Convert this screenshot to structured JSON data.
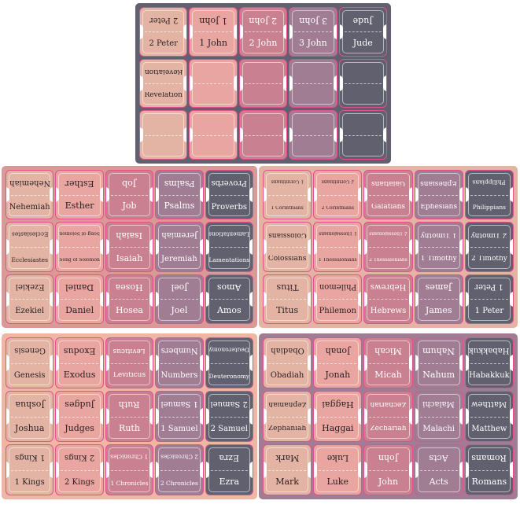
{
  "palette": [
    "#e3b4a4",
    "#e9a59f",
    "#c9808f",
    "#a07d93",
    "#60606f"
  ],
  "sheets": [
    {
      "id": "sheet-peter-jude",
      "frame": "#60606f",
      "rows": [
        [
          "2 Peter",
          "1 John",
          "2 John",
          "3 John",
          "Jude"
        ],
        [
          "Revelation",
          "",
          "",
          "",
          ""
        ],
        [
          "",
          "",
          "",
          "",
          ""
        ]
      ]
    },
    {
      "id": "sheet-nehemiah-amos",
      "frame": "#d99a95",
      "rows": [
        [
          "Nehemiah",
          "Esther",
          "Job",
          "Psalms",
          "Proverbs"
        ],
        [
          "Ecclesiastes",
          "Song of Solomon",
          "Isaiah",
          "Jeremiah",
          "Lamentations"
        ],
        [
          "Ezekiel",
          "Daniel",
          "Hosea",
          "Joel",
          "Amos"
        ]
      ]
    },
    {
      "id": "sheet-corinthians-peter",
      "frame": "#e3b4a4",
      "rows": [
        [
          "1 Corinthians",
          "2 Corinthians",
          "Galatians",
          "Ephesians",
          "Philippians"
        ],
        [
          "Colossians",
          "1 Thessalonians",
          "2 Thessalonians",
          "1 Timothy",
          "2 Timothy"
        ],
        [
          "Titus",
          "Philemon",
          "Hebrews",
          "James",
          "1 Peter"
        ]
      ]
    },
    {
      "id": "sheet-genesis-ezra",
      "frame": "#f0b6a4",
      "rows": [
        [
          "Genesis",
          "Exodus",
          "Leviticus",
          "Numbers",
          "Deuteronomy"
        ],
        [
          "Joshua",
          "Judges",
          "Ruth",
          "1 Samuel",
          "2 Samuel"
        ],
        [
          "1 Kings",
          "2 Kings",
          "1 Chronicles",
          "2 Chronicles",
          "Ezra"
        ]
      ]
    },
    {
      "id": "sheet-obadiah-romans",
      "frame": "#a07d93",
      "rows": [
        [
          "Obadiah",
          "Jonah",
          "Micah",
          "Nahum",
          "Habakkuk"
        ],
        [
          "Zephaniah",
          "Haggai",
          "Zechariah",
          "Malachi",
          "Matthew"
        ],
        [
          "Mark",
          "Luke",
          "John",
          "Acts",
          "Romans"
        ]
      ]
    }
  ]
}
